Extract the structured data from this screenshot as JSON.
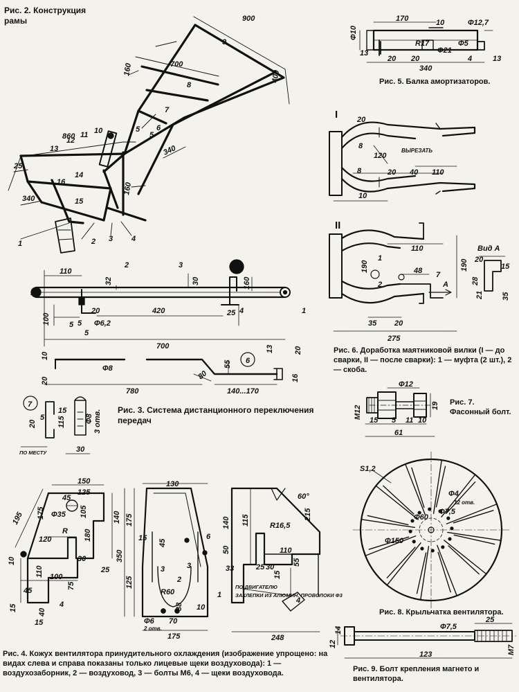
{
  "captions": {
    "fig2": "Рис. 2. Конструкция рамы",
    "fig3": "Рис. 3. Система дистанционного переключения передач",
    "fig4": "Рис. 4. Кожух вентилятора принудительного охлаждения (изображение упрощено: на видах слева и справа показаны только лицевые щеки воздуховода): 1 — воздухозаборник, 2 — воздуховод, 3 — болты М6, 4 — щеки воздуховода.",
    "fig5": "Рис. 5. Балка амортизаторов.",
    "fig6": "Рис. 6. Доработка маятниковой вилки (I — до сварки, II — после сварки): 1 — муфта (2 шт.), 2 — скоба.",
    "fig7": "Рис. 7. Фасонный болт.",
    "fig8": "Рис. 8. Крыльчатка вентилятора.",
    "fig9": "Рис. 9. Болт крепления магнето и вентилятора."
  },
  "fig2": {
    "dims": [
      "900",
      "700",
      "160",
      "400",
      "860",
      "340",
      "25",
      "340",
      "160"
    ],
    "parts": [
      "1",
      "2",
      "3",
      "4",
      "5",
      "5",
      "6",
      "7",
      "8",
      "9",
      "10",
      "11",
      "12",
      "13",
      "14",
      "15",
      "16"
    ]
  },
  "fig3": {
    "dims": [
      "110",
      "32",
      "30",
      "160",
      "100",
      "20",
      "420",
      "25",
      "5",
      "Ф6,2",
      "5",
      "700",
      "10",
      "Ф8",
      "20",
      "55",
      "780",
      "80",
      "140...170",
      "13",
      "20",
      "16"
    ],
    "parts": [
      "1",
      "2",
      "3",
      "4",
      "1",
      "5",
      "6"
    ],
    "detail7": {
      "num": "7",
      "dims": [
        "5",
        "20",
        "115",
        "15",
        "30",
        "Ф8",
        "3 отв."
      ],
      "note": "ПО МЕСТУ"
    }
  },
  "fig4": {
    "left": {
      "dims": [
        "195",
        "150",
        "45",
        "125",
        "Ф35",
        "105",
        "175",
        "140",
        "120",
        "R",
        "180",
        "30",
        "25",
        "110",
        "100",
        "75",
        "45",
        "15",
        "40",
        "15",
        "10"
      ],
      "parts": [
        "4"
      ]
    },
    "middle": {
      "dims": [
        "130",
        "175",
        "350",
        "125",
        "15",
        "45",
        "3",
        "2",
        "3",
        "R60",
        "6",
        "Ф6",
        "2 отв.",
        "70",
        "38",
        "10",
        "175"
      ],
      "parts": [
        "1"
      ]
    },
    "right": {
      "dims": [
        "60°",
        "115",
        "140",
        "50",
        "R16,5",
        "215",
        "110",
        "30",
        "25",
        "33",
        "15",
        "55",
        "248"
      ],
      "parts": [
        "4"
      ],
      "notes": [
        "ПО ДВИГАТЕЛЮ",
        "ЗАКЛЕПКИ ИЗ АЛЮМИН. ПРОВОЛОКИ Ф3"
      ]
    }
  },
  "fig5": {
    "dims": [
      "170",
      "10",
      "Ф12,7",
      "Ф10",
      "R17",
      "Ф21",
      "13",
      "20",
      "20",
      "4",
      "13",
      "Ф5",
      "340"
    ]
  },
  "fig6": {
    "view1": {
      "roman": "I",
      "dims": [
        "20",
        "8",
        "120",
        "20",
        "40",
        "110",
        "10",
        "8"
      ],
      "note": "ВЫРЕЗАТЬ"
    },
    "view2": {
      "roman": "II",
      "dims": [
        "110",
        "190",
        "190",
        "48",
        "7",
        "35",
        "20",
        "275"
      ],
      "parts": [
        "1",
        "2"
      ],
      "arrow": "А"
    },
    "viewA": {
      "title": "Вид А",
      "dims": [
        "20",
        "15",
        "28",
        "21",
        "35"
      ]
    }
  },
  "fig7": {
    "dims": [
      "Ф12",
      "М12",
      "19",
      "15",
      "5",
      "11",
      "10",
      "61"
    ]
  },
  "fig8": {
    "dims": [
      "S1,2",
      "Ф4",
      "12 отв.",
      "Ф60",
      "Ф7,5",
      "Ф150"
    ]
  },
  "fig9": {
    "dims": [
      "14",
      "12",
      "Ф7,5",
      "25",
      "123",
      "М7"
    ]
  }
}
